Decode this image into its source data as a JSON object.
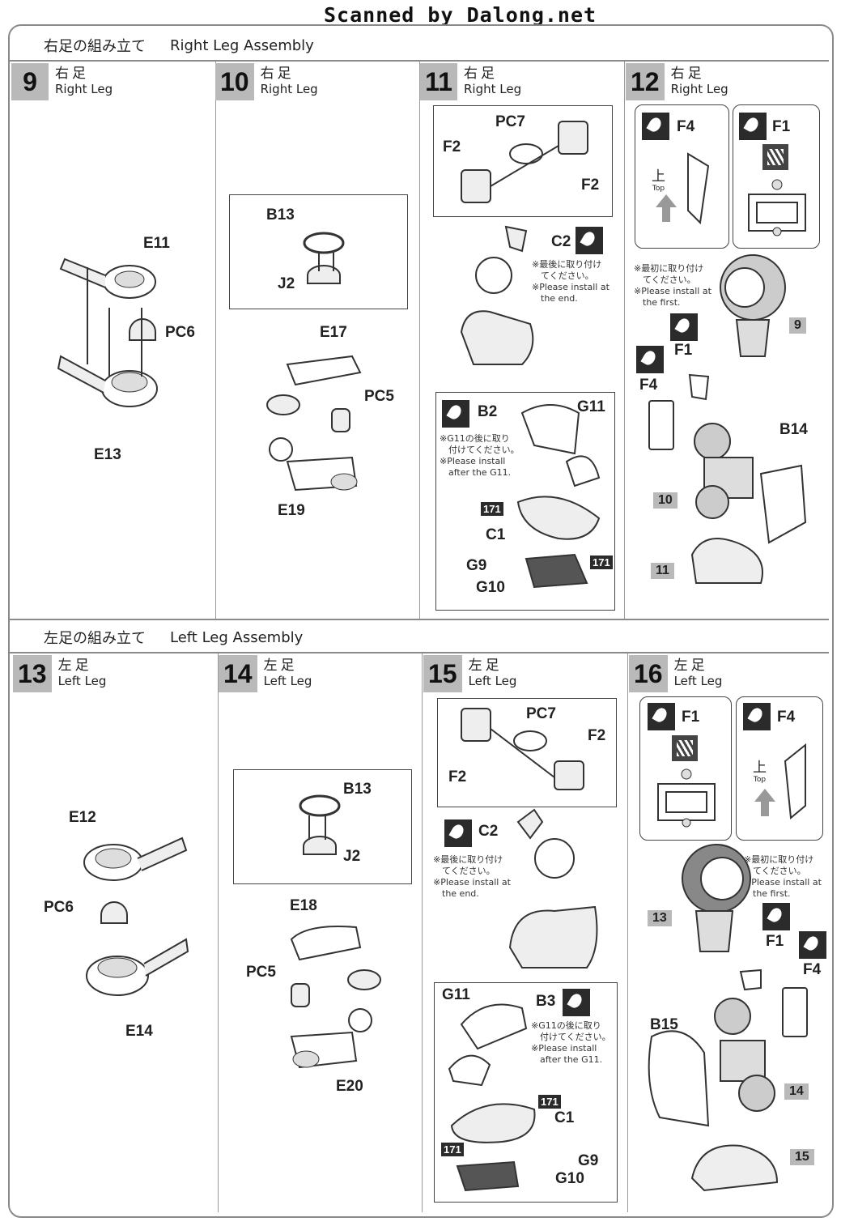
{
  "watermark": "Scanned by Dalong.net",
  "sections": {
    "right": {
      "jp": "右足の組み立て",
      "en": "Right Leg Assembly"
    },
    "left": {
      "jp": "左足の組み立て",
      "en": "Left Leg Assembly"
    }
  },
  "steps": {
    "s9": {
      "num": "9",
      "jp": "右足",
      "en": "Right Leg",
      "parts": [
        "E11",
        "PC6",
        "E13"
      ]
    },
    "s10": {
      "num": "10",
      "jp": "右足",
      "en": "Right Leg",
      "parts": [
        "B13",
        "J2",
        "E17",
        "PC5",
        "E19"
      ]
    },
    "s11": {
      "num": "11",
      "jp": "右足",
      "en": "Right Leg",
      "parts": [
        "PC7",
        "F2",
        "F2",
        "C2",
        "B2",
        "G11",
        "171",
        "C1",
        "G9",
        "G10",
        "171"
      ]
    },
    "s12": {
      "num": "12",
      "jp": "右足",
      "en": "Right Leg",
      "parts": [
        "F4",
        "F1",
        "F1",
        "F4",
        "B14"
      ],
      "refs": [
        "9",
        "10",
        "11"
      ]
    },
    "s13": {
      "num": "13",
      "jp": "左足",
      "en": "Left Leg",
      "parts": [
        "E12",
        "PC6",
        "E14"
      ]
    },
    "s14": {
      "num": "14",
      "jp": "左足",
      "en": "Left Leg",
      "parts": [
        "B13",
        "J2",
        "E18",
        "PC5",
        "E20"
      ]
    },
    "s15": {
      "num": "15",
      "jp": "左足",
      "en": "Left Leg",
      "parts": [
        "PC7",
        "F2",
        "F2",
        "C2",
        "G11",
        "B3",
        "171",
        "C1",
        "171",
        "G9",
        "G10"
      ]
    },
    "s16": {
      "num": "16",
      "jp": "左足",
      "en": "Left Leg",
      "parts": [
        "F1",
        "F4",
        "F1",
        "F4",
        "B15"
      ],
      "refs": [
        "13",
        "14",
        "15"
      ]
    }
  },
  "notes": {
    "last_jp": "※最後に取り付け\n　てください。",
    "last_en": "※Please install at\n　the end.",
    "first_jp": "※最初に取り付け\n　てください。",
    "first_en": "※Please install at\n　the first.",
    "afterG11_jp": "※G11の後に取り\n　付けてください。",
    "afterG11_en": "※Please install\n　after the G11."
  },
  "top_label": {
    "jp": "上",
    "en": "Top"
  },
  "icons": {
    "nipper": "nipper-icon",
    "file": "file-icon",
    "arrow": "up-arrow-icon"
  }
}
